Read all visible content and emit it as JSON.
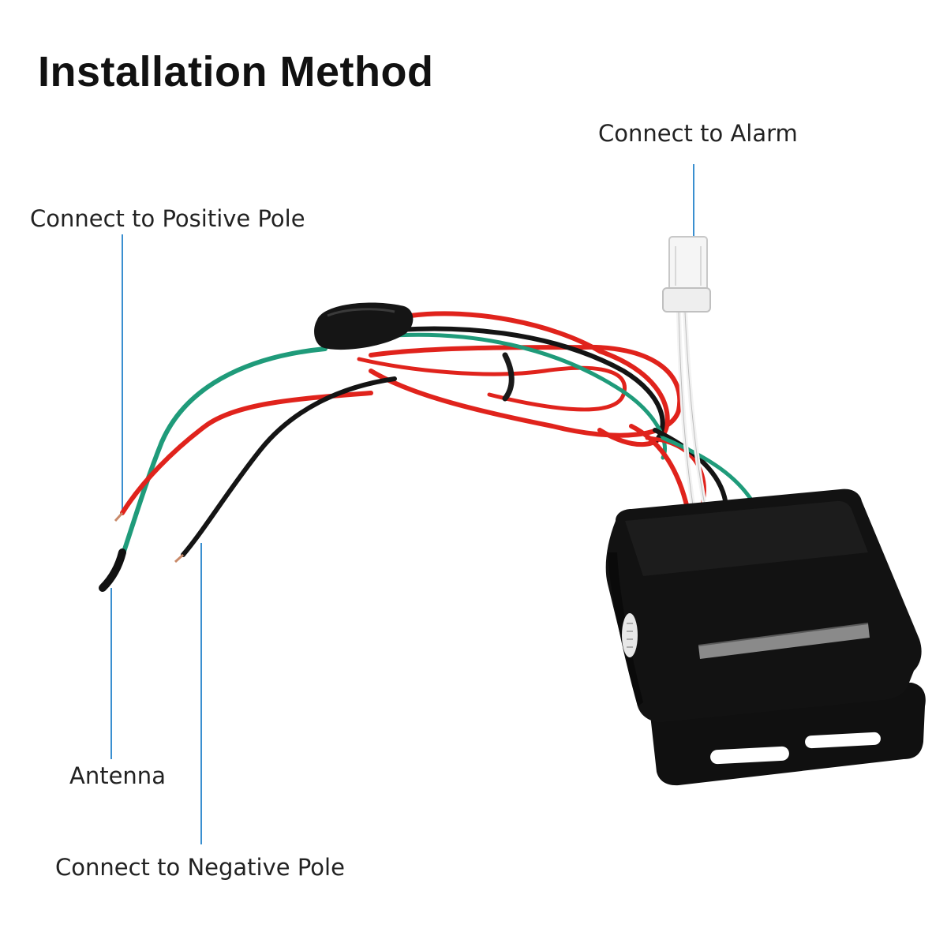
{
  "title": "Installation Method",
  "labels": {
    "alarm": "Connect to Alarm",
    "positive": "Connect to Positive Pole",
    "antenna": "Antenna",
    "negative": "Connect to Negative Pole"
  },
  "colors": {
    "leader_line": "#3a8fd0",
    "wire_red": "#e0231c",
    "wire_green": "#1f9b7a",
    "wire_black": "#141414",
    "wire_white": "#f2f2f2",
    "module_body": "#121212"
  }
}
